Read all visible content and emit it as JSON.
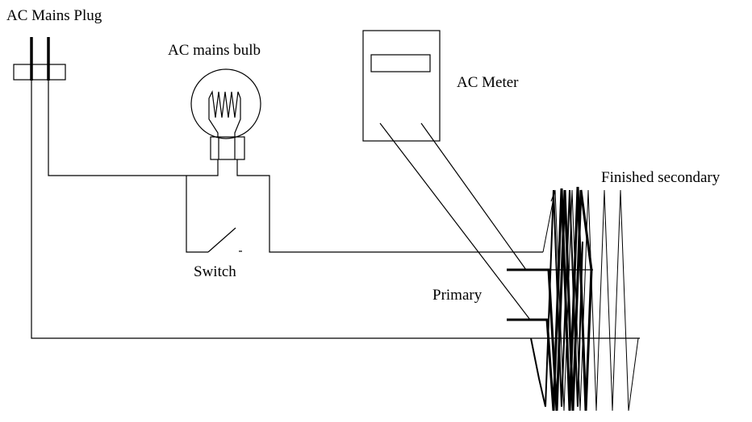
{
  "labels": {
    "plug": "AC Mains Plug",
    "bulb": "AC mains bulb",
    "meter": "AC Meter",
    "secondary": "Finished secondary",
    "switch": "Switch",
    "primary": "Primary"
  }
}
